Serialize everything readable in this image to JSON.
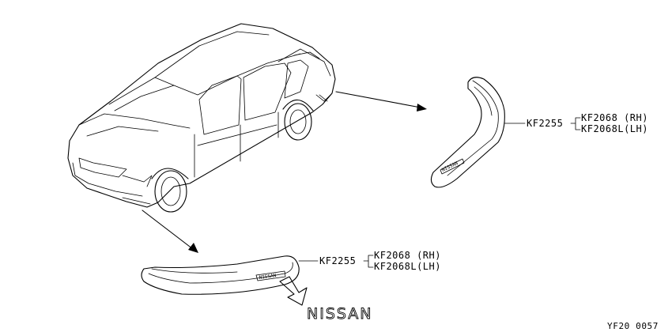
{
  "callouts": [
    {
      "id": "rear",
      "assembly": "KF2255",
      "parts": [
        "KF2068 (RH)",
        "KF2068L(LH)"
      ]
    },
    {
      "id": "front",
      "assembly": "KF2255",
      "parts": [
        "KF2068 (RH)",
        "KF2068L(LH)"
      ]
    }
  ],
  "brand_callout": "NISSAN",
  "badge_text": "NISSAN",
  "figure_code": "YF20 0057"
}
